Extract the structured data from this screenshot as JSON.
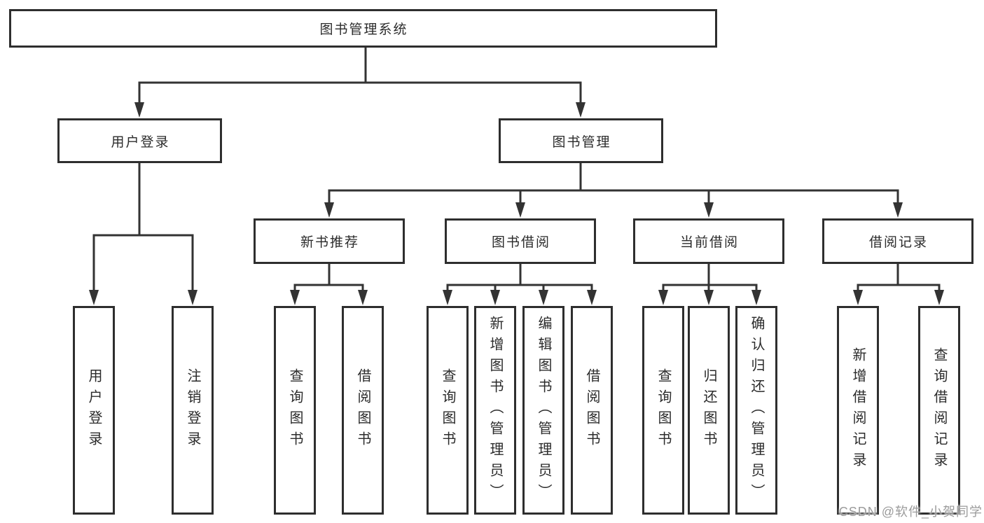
{
  "tree": {
    "label": "图书管理系统",
    "children": [
      {
        "label": "用户登录",
        "children": [
          {
            "label": "用户登录"
          },
          {
            "label": "注销登录"
          }
        ]
      },
      {
        "label": "图书管理",
        "children": [
          {
            "label": "新书推荐",
            "children": [
              {
                "label": "查询图书"
              },
              {
                "label": "借阅图书"
              }
            ]
          },
          {
            "label": "图书借阅",
            "children": [
              {
                "label": "查询图书"
              },
              {
                "label": "新增图书（管理员）"
              },
              {
                "label": "编辑图书（管理员）"
              },
              {
                "label": "借阅图书"
              }
            ]
          },
          {
            "label": "当前借阅",
            "children": [
              {
                "label": "查询图书"
              },
              {
                "label": "归还图书"
              },
              {
                "label": "确认归还（管理员）"
              }
            ]
          },
          {
            "label": "借阅记录",
            "children": [
              {
                "label": "新增借阅记录"
              },
              {
                "label": "查询借阅记录"
              }
            ]
          }
        ]
      }
    ]
  },
  "watermark": "CSDN @软件_小贺同学",
  "colors": {
    "line": "#333333",
    "box_border": "#2e2e2e",
    "box_fill": "#ffffff",
    "text": "#2b2b2b",
    "watermark": "#9b9b9b"
  }
}
